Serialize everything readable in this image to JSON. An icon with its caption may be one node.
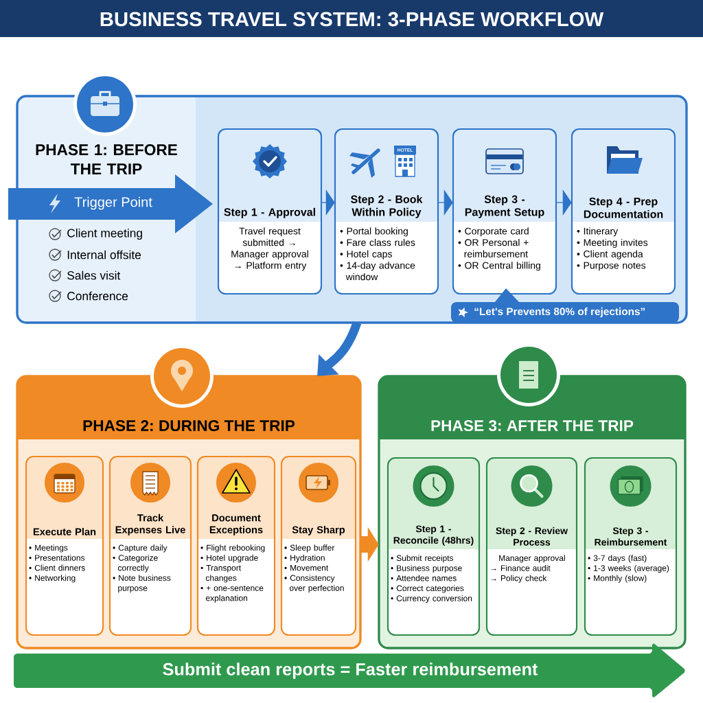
{
  "diagram": {
    "title": "BUSINESS TRAVEL SYSTEM: 3-PHASE WORKFLOW",
    "nodes": [
      {
        "text": [
          "PHASE 1: BEFORE THE TRIP"
        ]
      },
      {
        "text": [
          "Trigger Point"
        ],
        "in": 0
      },
      {
        "text": [
          "Step 1 - Approval",
          "Travel request submitted → Manager approval → Platform entry"
        ],
        "in": 0
      },
      {
        "text": [
          "Step 2 - Book Within Policy",
          "• Portal booking",
          "• Fare class rules",
          "• Hotel caps",
          "• 14-day advance window"
        ],
        "in": 0
      },
      {
        "text": [
          "Step 3 - Payment Setup",
          "• Corporate card",
          "• OR Personal + reimbursement",
          "• OR Central billing"
        ],
        "in": 0
      },
      {
        "text": [
          "Step 4 - Prep Documentation",
          "• Itinerary",
          "• Meeting invites",
          "• Client agenda",
          "• Purpose notes"
        ],
        "in": 0
      },
      {
        "text": [
          "“Let's Prevents 80% of rejections”"
        ],
        "in": 0
      },
      {
        "text": [
          "PHASE 2: DURING THE TRIP"
        ]
      },
      {
        "text": [
          "Execute Plan",
          "• Meetings",
          "• Presentations",
          "• Client dinners",
          "• Networking"
        ],
        "in": 7
      },
      {
        "text": [
          "Track Expenses Live",
          "• Capture daily",
          "• Categorize correctly",
          "• Note business purpose"
        ],
        "in": 7
      },
      {
        "text": [
          "Document Exceptions",
          "• Flight rebooking",
          "• Hotel upgrade",
          "• Transport changes",
          "• + one-sentence explanation"
        ],
        "in": 7
      },
      {
        "text": [
          "Stay Sharp",
          "• Sleep buffer",
          "• Hydration",
          "• Movement",
          "• Consistency over perfection"
        ],
        "in": 7
      },
      {
        "text": [
          "PHASE 3: AFTER THE TRIP"
        ]
      },
      {
        "text": [
          "Step 1 - Reconcile (48hrs)",
          "• Submit receipts",
          "• Business purpose",
          "• Attendee names",
          "• Correct categories",
          "• Currency conversion"
        ],
        "in": 12
      },
      {
        "text": [
          "Step 2 - Review Process",
          "Manager approval",
          "→ Finance audit",
          "→ Policy check"
        ],
        "in": 12
      },
      {
        "text": [
          "Step 3 - Reimbursement",
          "• 3-7 days (fast)",
          "• 1-3 weeks (average)",
          "• Monthly (slow)"
        ],
        "in": 12
      },
      {
        "text": [
          "Submit clean reports = Faster reimbursement"
        ]
      }
    ],
    "edges": [
      {
        "from": 2,
        "to": 3,
        "arrow": "to"
      },
      {
        "from": 3,
        "to": 4,
        "arrow": "to"
      },
      {
        "from": 4,
        "to": 5,
        "arrow": "to"
      },
      {
        "from": 0,
        "to": 7,
        "arrow": "to",
        "style": "thick"
      },
      {
        "from": 7,
        "to": 12,
        "arrow": "to",
        "style": "thick",
        "color": "#f08a24"
      }
    ],
    "labels": [
      "Client meeting",
      "Internal offsite",
      "Sales visit",
      "Conference",
      "HOTEL"
    ]
  }
}
